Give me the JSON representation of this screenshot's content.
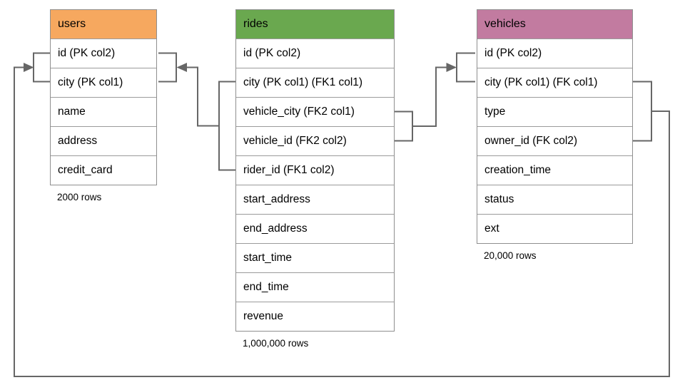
{
  "diagram": {
    "background": "#ffffff",
    "colors": {
      "connector_line": "#666666",
      "table_border": "#8f8f8f",
      "row_divider": "#9b9b9b",
      "text": "#000000"
    },
    "tables": [
      {
        "name": "users",
        "header_color": "#f6a85f",
        "columns": [
          "id (PK col2)",
          "city (PK col1)",
          "name",
          "address",
          "credit_card"
        ],
        "row_count": "2000 rows"
      },
      {
        "name": "rides",
        "header_color": "#6aa84f",
        "columns": [
          "id (PK col2)",
          "city (PK col1) (FK1 col1)",
          "vehicle_city (FK2 col1)",
          "vehicle_id (FK2 col2)",
          "rider_id (FK1 col2)",
          "start_address",
          "end_address",
          "start_time",
          "end_time",
          "revenue"
        ],
        "row_count": "1,000,000 rows"
      },
      {
        "name": "vehicles",
        "header_color": "#c27ba0",
        "columns": [
          "id (PK col2)",
          "city (PK col1) (FK col1)",
          "type",
          "owner_id (FK col2)",
          "creation_time",
          "status",
          "ext"
        ],
        "row_count": "20,000 rows"
      }
    ],
    "relationships": [
      {
        "name": "rides-to-users",
        "from": "rides (city, rider_id)",
        "to": "users (city, id)"
      },
      {
        "name": "rides-to-vehicles",
        "from": "rides (vehicle_city, vehicle_id)",
        "to": "vehicles (city, id)"
      },
      {
        "name": "vehicles-to-users",
        "from": "vehicles (city, owner_id)",
        "to": "users (city, id)"
      }
    ]
  }
}
